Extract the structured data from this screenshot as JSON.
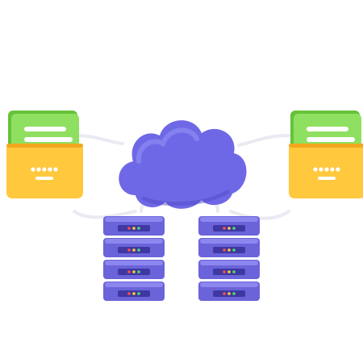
{
  "scene": {
    "subject": "cloud-hosting-icon",
    "background_color": "#ffffff"
  },
  "cloud": {
    "icon": "cloud-icon",
    "color": "#6f68e6",
    "highlight_color": "#8f8af2",
    "shadow_color": "#5049c6"
  },
  "folders": [
    {
      "side": "left",
      "icon": "folder-icon",
      "paper_color": "#8fe060",
      "paper_dark": "#66c23a",
      "pocket_color": "#ffc83d",
      "pocket_dark": "#f3a71d",
      "line_color": "#ffffff"
    },
    {
      "side": "right",
      "icon": "folder-icon",
      "paper_color": "#8fe060",
      "paper_dark": "#66c23a",
      "pocket_color": "#ffc83d",
      "pocket_dark": "#f3a71d",
      "line_color": "#ffffff"
    }
  ],
  "server_racks": [
    {
      "side": "left",
      "icon": "server-rack-icon",
      "unit_count": 4
    },
    {
      "side": "right",
      "icon": "server-rack-icon",
      "unit_count": 4
    }
  ],
  "server_unit": {
    "body_color": "#6b63d9",
    "top_color": "#8c86ef",
    "slot_color": "#3f38a3",
    "led_colors": [
      "#ff4d4d",
      "#ffcc33",
      "#4ddc6a"
    ]
  },
  "connectors": {
    "icon": "cable-icon",
    "color": "#e9eaf2"
  }
}
